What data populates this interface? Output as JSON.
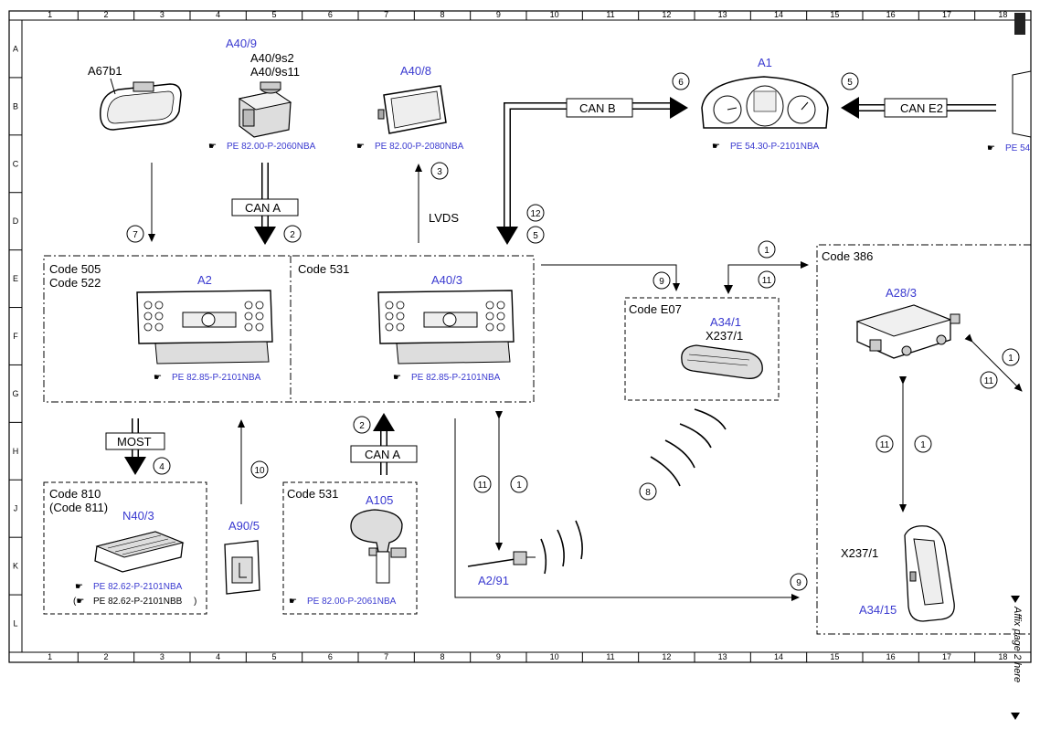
{
  "grid": {
    "columns": [
      "1",
      "2",
      "3",
      "4",
      "5",
      "6",
      "7",
      "8",
      "9",
      "10",
      "11",
      "12",
      "13",
      "14",
      "15",
      "16",
      "17",
      "18"
    ],
    "rows": [
      "A",
      "B",
      "C",
      "D",
      "E",
      "F",
      "G",
      "H",
      "J",
      "K",
      "L"
    ]
  },
  "components": {
    "a67b1": "A67b1",
    "a40_9": "A40/9",
    "a40_9s2": "A40/9s2",
    "a40_9s11": "A40/9s11",
    "a40_8": "A40/8",
    "a1": "A1",
    "a2": "A2",
    "a40_3": "A40/3",
    "a34_1": "A34/1",
    "x237_1_top": "X237/1",
    "a28_3": "A28/3",
    "n40_3": "N40/3",
    "a90_5": "A90/5",
    "a105": "A105",
    "a2_91": "A2/91",
    "x237_1_bottom": "X237/1",
    "a34_15": "A34/15"
  },
  "references": {
    "a40_9": "PE 82.00-P-2060NBA",
    "a40_8": "PE 82.00-P-2080NBA",
    "a1": "PE 54.30-P-2101NBA",
    "edge": "PE 54",
    "a2": "PE 82.85-P-2101NBA",
    "a40_3": "PE 82.85-P-2101NBA",
    "n40_3": "PE 82.62-P-2101NBA",
    "n40_3_alt": "PE 82.62-P-2101NBB",
    "a105": "PE 82.00-P-2061NBA"
  },
  "codes": {
    "c505": "Code 505",
    "c522": "Code 522",
    "c531_top": "Code 531",
    "c_e07": "Code E07",
    "c386": "Code 386",
    "c810": "Code 810",
    "c811": "(Code 811)",
    "c531_bottom": "Code 531"
  },
  "buses": {
    "can_a_top": "CAN A",
    "can_b": "CAN B",
    "can_e2": "CAN E2",
    "lvds": "LVDS",
    "most": "MOST",
    "can_a_bottom": "CAN A"
  },
  "numbers": {
    "n6": "6",
    "n5a": "5",
    "n3": "3",
    "n12": "12",
    "n5b": "5",
    "n7": "7",
    "n2a": "2",
    "n1a": "1",
    "n11a": "11",
    "n9a": "9",
    "n1b": "1",
    "n11b": "11",
    "n4": "4",
    "n10": "10",
    "n2b": "2",
    "n11c": "11",
    "n1c": "1",
    "n8": "8",
    "n11d": "11",
    "n1d": "1",
    "n9b": "9"
  },
  "affix": "Affix page 2 here",
  "colors": {
    "blue": "#3a3ad0",
    "line": "#000000"
  }
}
